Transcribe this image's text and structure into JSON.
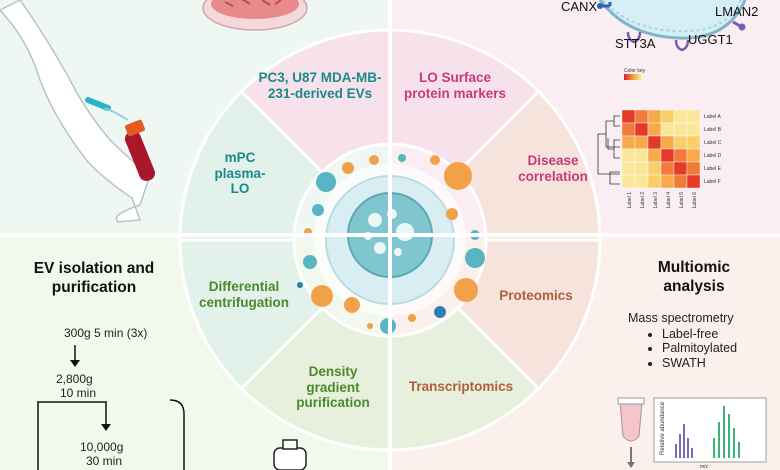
{
  "segments": {
    "top_center": "PC3, U87 MDA-MB-231-derived EVs",
    "top_left": "mPC plasma-LO",
    "top_right": "LO Surface protein markers",
    "right_upper": "Disease correlation",
    "right_lower": "Proteomics",
    "bottom_right": "Transcriptomics",
    "bottom_center": "Density gradient purification",
    "left_lower": "Differential centrifugation"
  },
  "proteins": [
    "CANX",
    "LMAN2",
    "STT3A",
    "UGGT1"
  ],
  "heatmap": {
    "color_key": "Color key",
    "row_labels": [
      "Label A",
      "Label B",
      "Label C",
      "Label D",
      "Label E",
      "Label F"
    ],
    "col_labels": [
      "Label 1",
      "Label 2",
      "Label 3",
      "Label 4",
      "Label 5",
      "Label 6"
    ]
  },
  "isolation": {
    "title": "EV isolation and purification",
    "steps": [
      "300g 5 min (3x)",
      "2,800g",
      "10 min",
      "10,000g",
      "30 min"
    ]
  },
  "multiomic": {
    "title": "Multiomic analysis",
    "method": "Mass spectrometry",
    "items": [
      "Label-free",
      "Palmitoylated",
      "SWATH"
    ]
  },
  "spectrum": {
    "ylabel": "Relative abundance",
    "xlabel": "m/z"
  },
  "colors": {
    "teal": "#1a8a8a",
    "pink": "#c83a7a",
    "green": "#4a8a2a",
    "brown": "#b0603a"
  }
}
